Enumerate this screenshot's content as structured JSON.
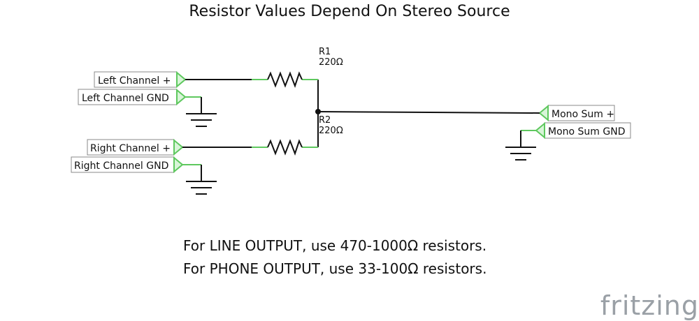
{
  "title": "Resistor Values Depend On Stereo Source",
  "components": {
    "r1": {
      "name": "R1",
      "value": "220Ω"
    },
    "r2": {
      "name": "R2",
      "value": "220Ω"
    }
  },
  "ports": {
    "left_plus": "Left Channel +",
    "left_gnd": "Left Channel GND",
    "right_plus": "Right Channel +",
    "right_gnd": "Right Channel GND",
    "mono_plus": "Mono Sum +",
    "mono_gnd": "Mono Sum GND"
  },
  "notes": {
    "line": "For LINE OUTPUT, use 470-1000Ω resistors.",
    "phone": "For PHONE OUTPUT, use 33-100Ω resistors."
  },
  "brand": "fritzing",
  "colors": {
    "wire": "#111111",
    "pin": "#5ec85e",
    "ground": "#111111"
  }
}
